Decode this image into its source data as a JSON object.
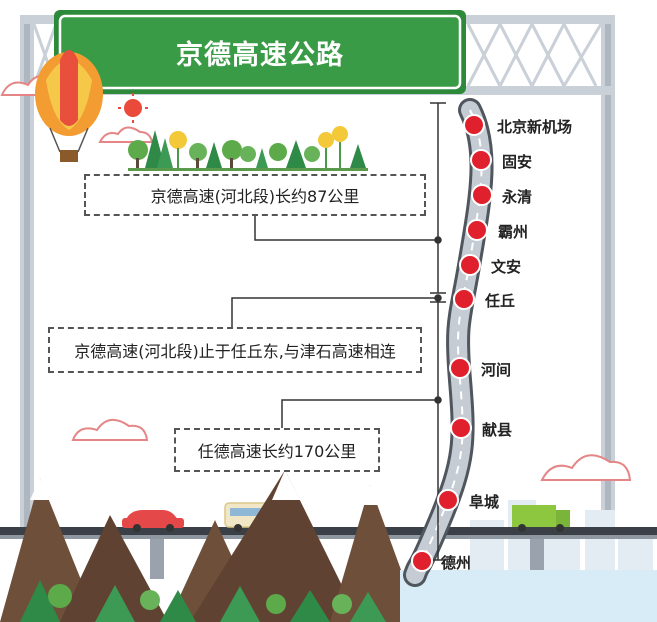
{
  "sign": {
    "title": "京德高速公路"
  },
  "notes": {
    "hebei_section": "京德高速(河北段)长约87公里",
    "hebei_end": "京德高速(河北段)止于任丘东,与津石高速相连",
    "rende_length": "任德高速长约170公里"
  },
  "stops": [
    "北京新机场",
    "固安",
    "永清",
    "霸州",
    "文安",
    "任丘",
    "河间",
    "献县",
    "阜城",
    "德州"
  ]
}
